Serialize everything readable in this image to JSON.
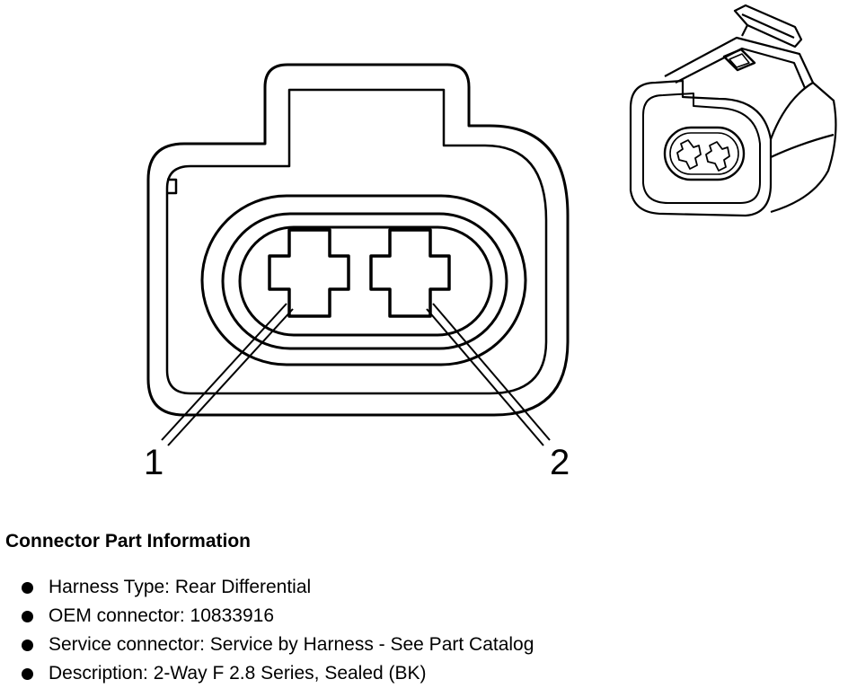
{
  "pins": [
    {
      "number": "1"
    },
    {
      "number": "2"
    }
  ],
  "info": {
    "title": "Connector Part Information",
    "items": [
      "Harness Type: Rear Differential",
      "OEM connector: 10833916",
      "Service connector: Service by Harness - See Part Catalog",
      "Description: 2-Way F 2.8 Series, Sealed (BK)"
    ]
  }
}
